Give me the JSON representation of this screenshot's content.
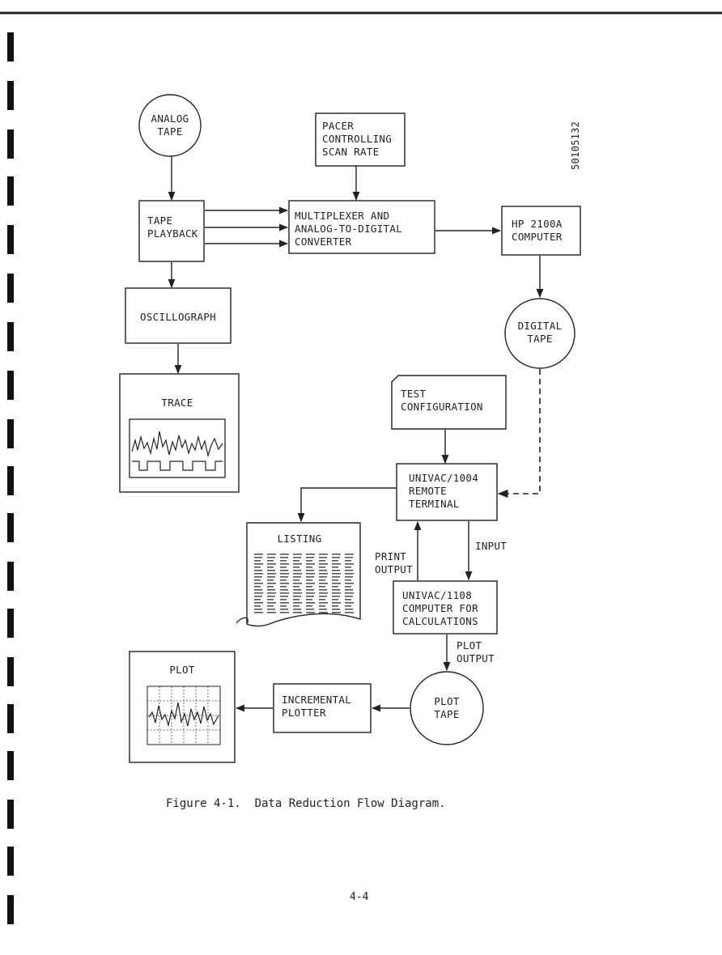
{
  "diagram": {
    "nodes": {
      "analog_tape": [
        "ANALOG",
        "TAPE"
      ],
      "pacer": [
        "PACER",
        "CONTROLLING",
        "SCAN RATE"
      ],
      "tape_playback": [
        "TAPE",
        "PLAYBACK"
      ],
      "multiplexer": [
        "MULTIPLEXER AND",
        "ANALOG-TO-DIGITAL",
        "CONVERTER"
      ],
      "hp_computer": [
        "HP 2100A",
        "COMPUTER"
      ],
      "oscillograph": [
        "OSCILLOGRAPH"
      ],
      "digital_tape": [
        "DIGITAL",
        "TAPE"
      ],
      "trace": [
        "TRACE"
      ],
      "test_configuration": [
        "TEST",
        "CONFIGURATION"
      ],
      "univac_1004": [
        "UNIVAC/1004",
        "REMOTE",
        "TERMINAL"
      ],
      "listing": [
        "LISTING"
      ],
      "univac_1108": [
        "UNIVAC/1108",
        "COMPUTER FOR",
        "CALCULATIONS"
      ],
      "plot": [
        "PLOT"
      ],
      "incremental_plotter": [
        "INCREMENTAL",
        "PLOTTER"
      ],
      "plot_tape": [
        "PLOT",
        "TAPE"
      ]
    },
    "edge_labels": {
      "print_output": [
        "PRINT",
        "OUTPUT"
      ],
      "input": [
        "INPUT"
      ],
      "plot_output": [
        "PLOT",
        "OUTPUT"
      ]
    },
    "side_code": "50105132"
  },
  "caption": "Figure 4-1.  Data Reduction Flow Diagram.",
  "page_number": "4-4"
}
